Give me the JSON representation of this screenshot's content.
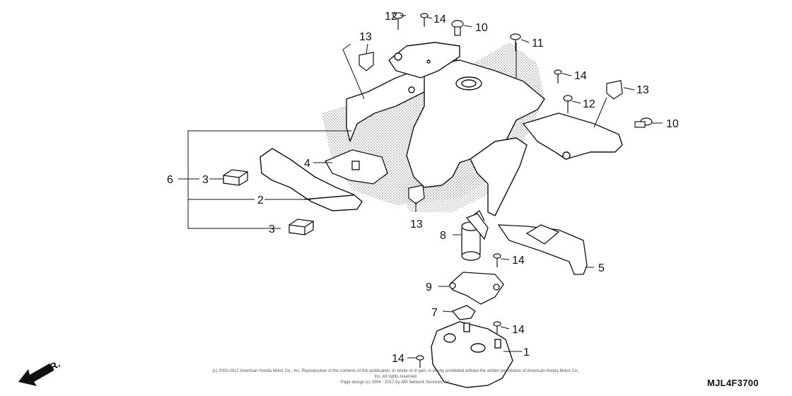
{
  "diagram": {
    "reference_code": "MJL4F3700",
    "front_label": "FR.",
    "copyright_line1": "(c) 2000-2017 American Honda Motor Co., Inc. Reproduction of the contents of this publication, in whole or in part, is strictly prohibited without the written permission of American Honda Motor Co., Inc. All rights reserved.",
    "copyright_line2": "Page design (c) 2004 - 2017 by ARI Network Services, Inc.",
    "callouts": [
      {
        "id": "c12a",
        "label": "12"
      },
      {
        "id": "c14a",
        "label": "14"
      },
      {
        "id": "c10a",
        "label": "10"
      },
      {
        "id": "c11",
        "label": "11"
      },
      {
        "id": "c13a",
        "label": "13"
      },
      {
        "id": "c14b",
        "label": "14"
      },
      {
        "id": "c13b",
        "label": "13"
      },
      {
        "id": "c12b",
        "label": "12"
      },
      {
        "id": "c10b",
        "label": "10"
      },
      {
        "id": "c6",
        "label": "6"
      },
      {
        "id": "c3a",
        "label": "3"
      },
      {
        "id": "c4",
        "label": "4"
      },
      {
        "id": "c2",
        "label": "2"
      },
      {
        "id": "c3b",
        "label": "3"
      },
      {
        "id": "c13c",
        "label": "13"
      },
      {
        "id": "c8",
        "label": "8"
      },
      {
        "id": "c14c",
        "label": "14"
      },
      {
        "id": "c5",
        "label": "5"
      },
      {
        "id": "c9",
        "label": "9"
      },
      {
        "id": "c7",
        "label": "7"
      },
      {
        "id": "c14d",
        "label": "14"
      },
      {
        "id": "c14e",
        "label": "14"
      },
      {
        "id": "c1",
        "label": "1"
      }
    ]
  }
}
